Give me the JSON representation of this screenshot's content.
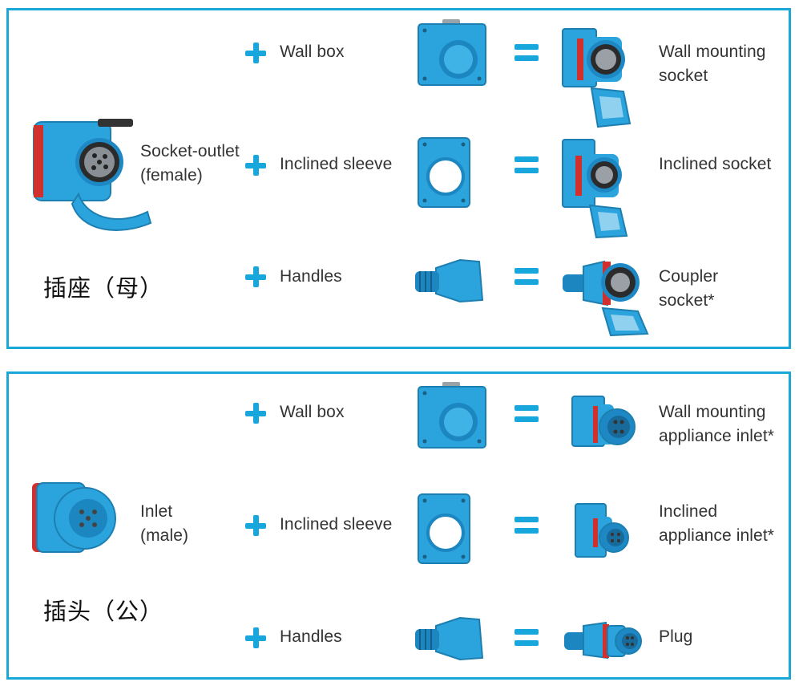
{
  "colors": {
    "accent": "#1aa8d9",
    "product_blue": "#2ba3dd",
    "product_red": "#d2302c"
  },
  "socket_panel": {
    "base_label": "Socket-outlet\n(female)",
    "chinese_label": "插座（母）",
    "rows": [
      {
        "add_label": "Wall box",
        "result_label": "Wall mounting\nsocket"
      },
      {
        "add_label": "Inclined sleeve",
        "result_label": "Inclined socket"
      },
      {
        "add_label": "Handles",
        "result_label": "Coupler\nsocket*"
      }
    ]
  },
  "inlet_panel": {
    "base_label": "Inlet\n(male)",
    "chinese_label": "插头（公）",
    "rows": [
      {
        "add_label": "Wall box",
        "result_label": "Wall mounting\nappliance inlet*"
      },
      {
        "add_label": "Inclined sleeve",
        "result_label": "Inclined\nappliance inlet*"
      },
      {
        "add_label": "Handles",
        "result_label": "Plug"
      }
    ]
  },
  "icons": {
    "plus": "plus-sign-icon",
    "equals": "equals-sign-icon"
  }
}
